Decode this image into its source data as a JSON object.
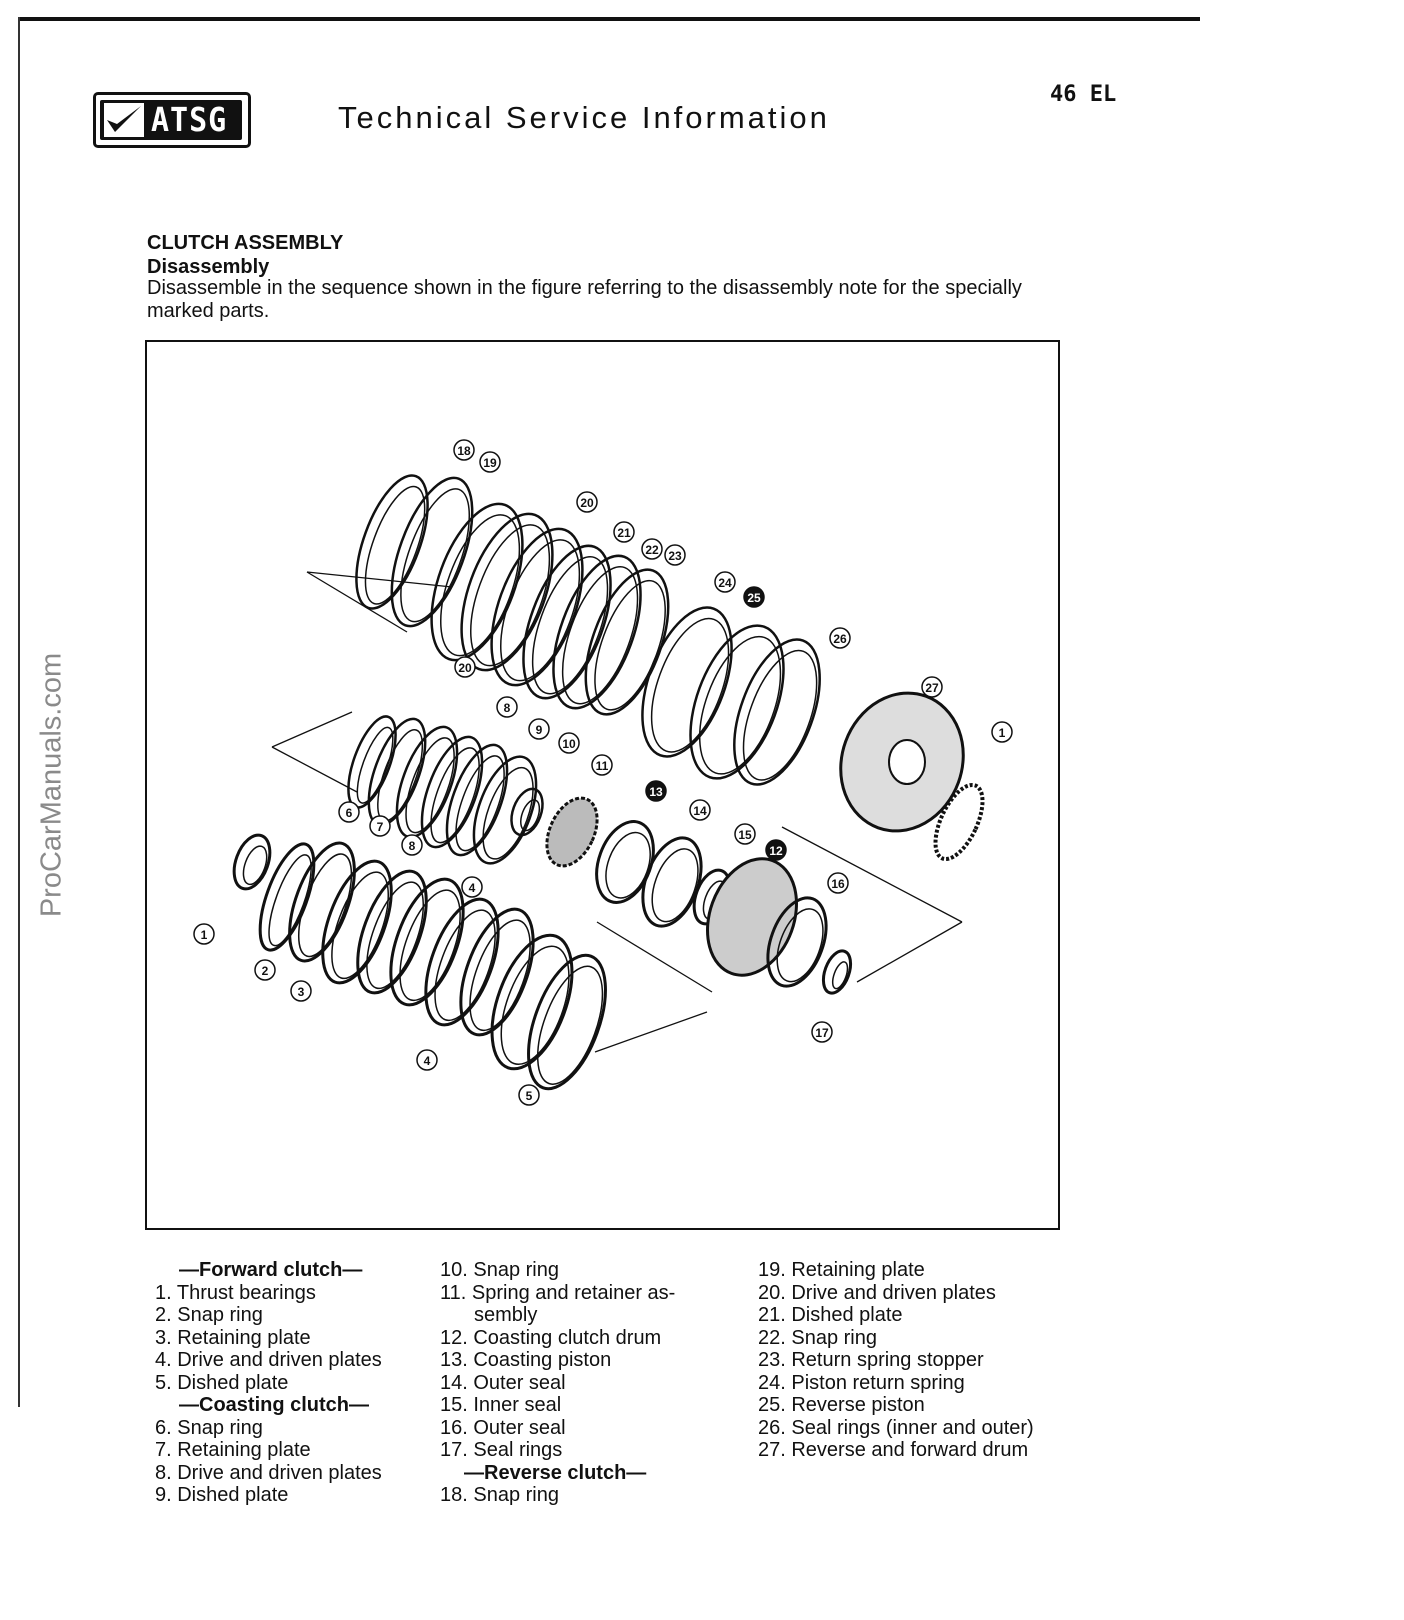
{
  "header": {
    "logo_text": "ATSG",
    "title": "Technical Service Information",
    "page_number": "46 EL"
  },
  "watermark": "ProCarManuals.com",
  "section": {
    "heading": "CLUTCH ASSEMBLY",
    "subheading": "Disassembly",
    "body": "Disassemble in the sequence shown in the figure referring to the disassembly note for the specially marked parts."
  },
  "figure": {
    "callouts": [
      "18",
      "19",
      "20",
      "21",
      "22",
      "23",
      "24",
      "25",
      "26",
      "27",
      "1",
      "20",
      "8",
      "9",
      "10",
      "11",
      "13",
      "14",
      "15",
      "12",
      "16",
      "17",
      "6",
      "7",
      "8",
      "4",
      "1",
      "2",
      "3",
      "4",
      "5"
    ],
    "filled_callouts": [
      "25",
      "13",
      "12"
    ]
  },
  "legend": {
    "col1": [
      {
        "type": "section",
        "text": "—Forward clutch—"
      },
      {
        "text": "1. Thrust bearings"
      },
      {
        "text": "2. Snap ring"
      },
      {
        "text": "3. Retaining plate"
      },
      {
        "text": "4. Drive and driven plates"
      },
      {
        "text": "5. Dished plate"
      },
      {
        "type": "section",
        "text": "—Coasting clutch—"
      },
      {
        "text": "6. Snap ring"
      },
      {
        "text": "7. Retaining plate"
      },
      {
        "text": "8. Drive and driven plates"
      },
      {
        "text": "9. Dished plate"
      }
    ],
    "col2": [
      {
        "text": "10. Snap ring"
      },
      {
        "text": "11. Spring and retainer as-"
      },
      {
        "type": "cont",
        "text": "sembly"
      },
      {
        "text": "12. Coasting clutch drum"
      },
      {
        "text": "13. Coasting piston"
      },
      {
        "text": "14. Outer seal"
      },
      {
        "text": "15. Inner seal"
      },
      {
        "text": "16. Outer seal"
      },
      {
        "text": "17. Seal rings"
      },
      {
        "type": "section",
        "text": "—Reverse clutch—"
      },
      {
        "text": "18. Snap ring"
      }
    ],
    "col3": [
      {
        "text": "19. Retaining plate"
      },
      {
        "text": "20. Drive and driven plates"
      },
      {
        "text": "21. Dished plate"
      },
      {
        "text": "22. Snap ring"
      },
      {
        "text": "23. Return spring stopper"
      },
      {
        "text": "24. Piston return spring"
      },
      {
        "text": "25. Reverse piston"
      },
      {
        "text": "26. Seal rings (inner and outer)"
      },
      {
        "text": "27. Reverse and forward drum"
      }
    ]
  }
}
